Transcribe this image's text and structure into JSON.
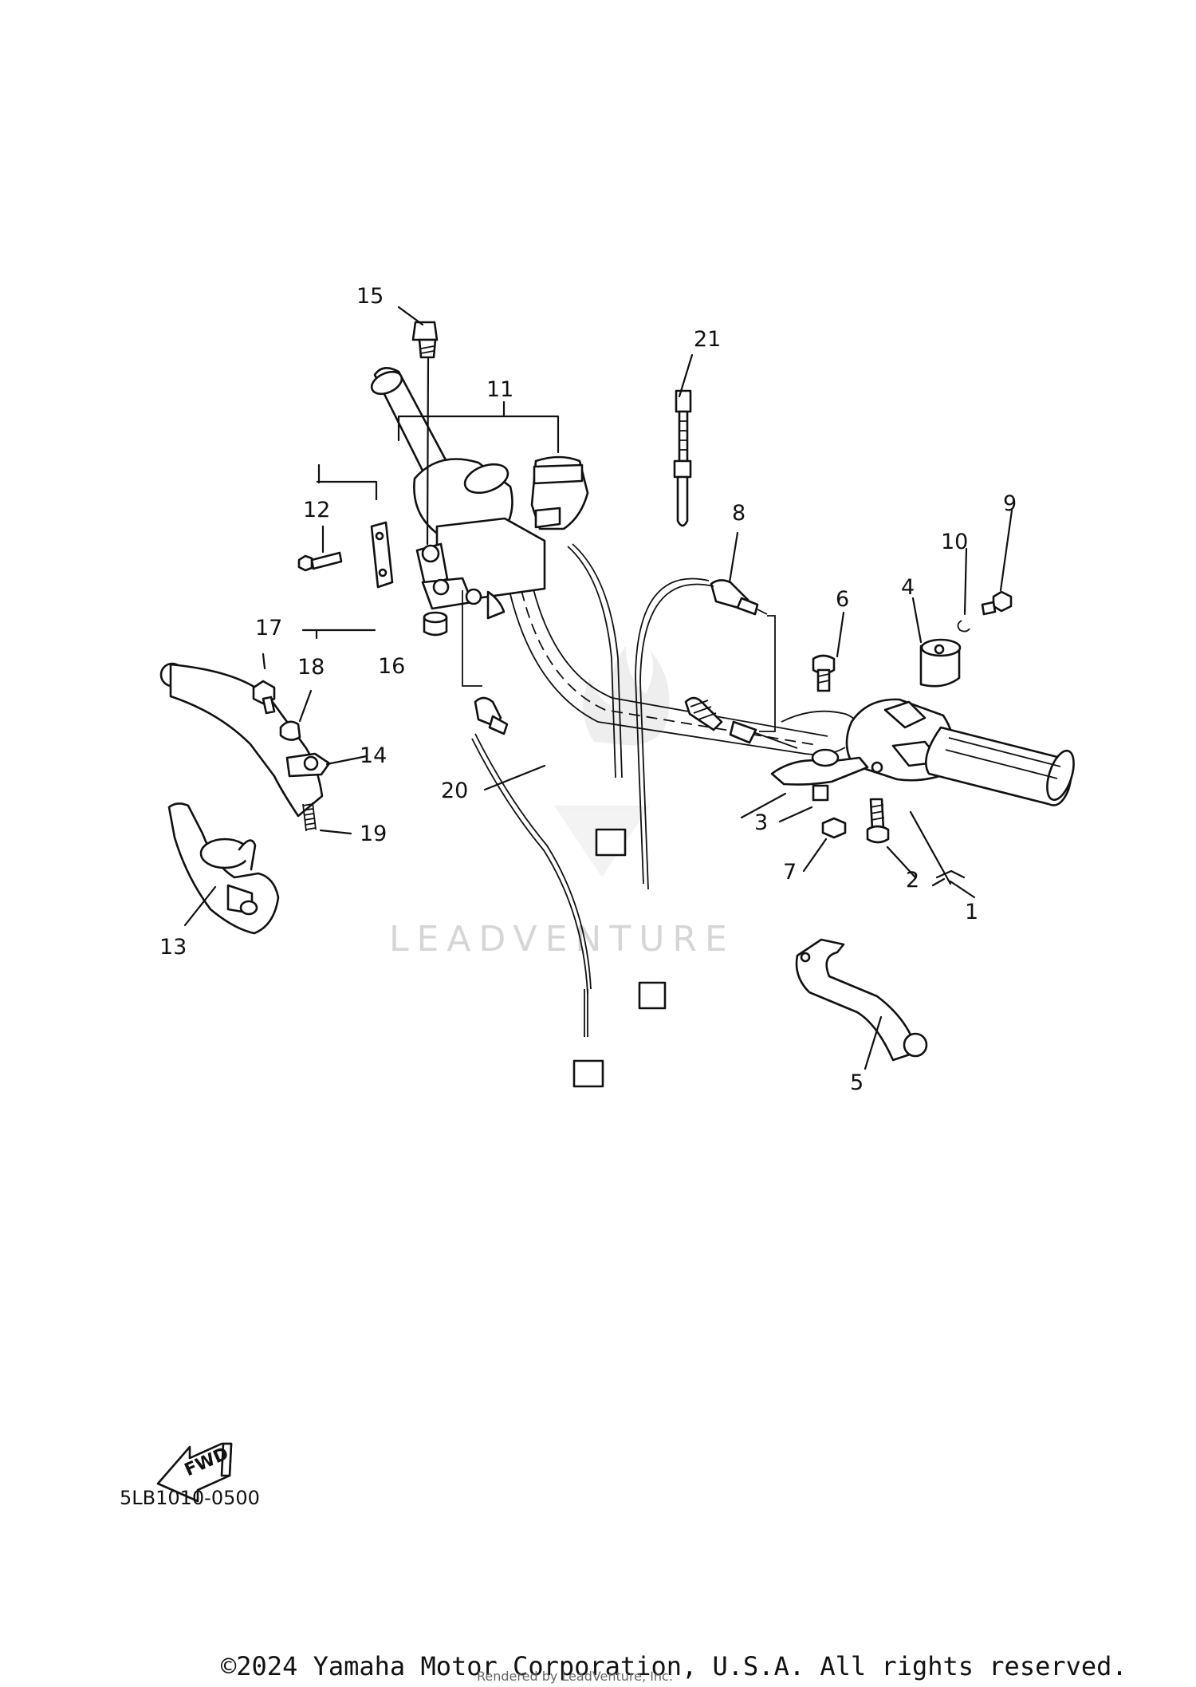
{
  "callouts": {
    "c1": "1",
    "c2": "2",
    "c3": "3",
    "c4": "4",
    "c5": "5",
    "c6": "6",
    "c7": "7",
    "c8": "8",
    "c9": "9",
    "c10": "10",
    "c11": "11",
    "c12": "12",
    "c13": "13",
    "c14": "14",
    "c15": "15",
    "c16": "16",
    "c17": "17",
    "c18": "18",
    "c19": "19",
    "c20": "20",
    "c21": "21"
  },
  "diagram_code": "5LB1010-0500",
  "fwd_label": "FWD",
  "watermark": "LEADVENTURE",
  "rendered_by": "Rendered by LeadVenture, Inc.",
  "copyright": "©2024 Yamaha Motor Corporation, U.S.A. All rights reserved."
}
